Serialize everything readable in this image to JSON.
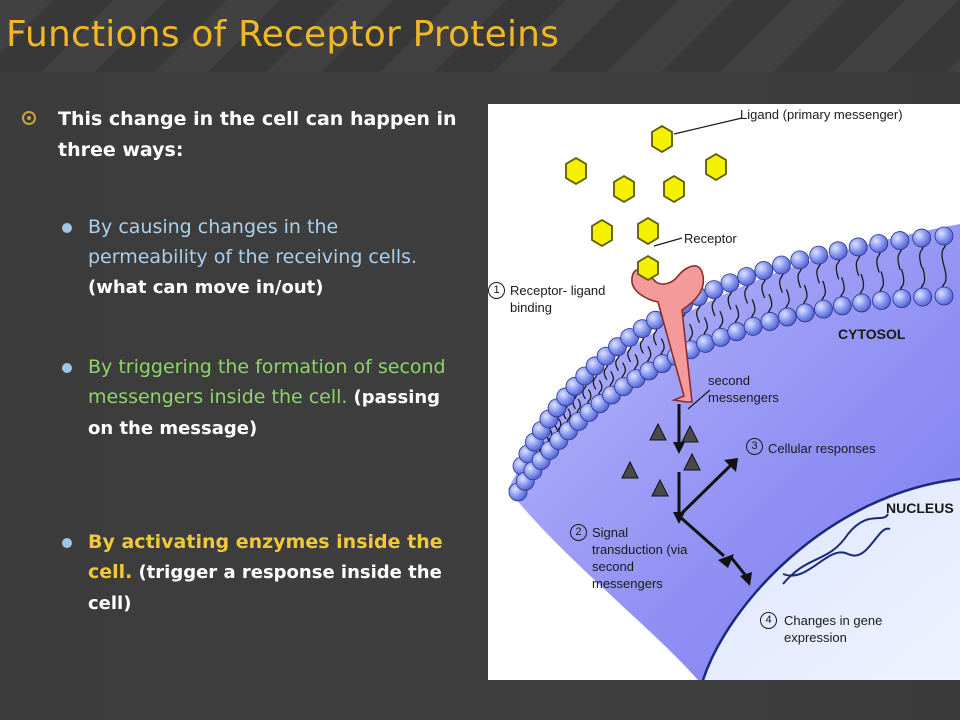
{
  "slide": {
    "title": "Functions of Receptor Proteins",
    "main_bullet": "This change in the cell can happen in three ways:",
    "sub_bullets": [
      {
        "lead": "By causing changes in the permeability of the receiving cells.",
        "note": "(what can move in/out)"
      },
      {
        "lead": "By triggering the formation of second messengers inside the cell.",
        "note": "(passing on the message)"
      },
      {
        "lead": "By activating enzymes inside the cell.",
        "note": "(trigger a response inside the cell)"
      }
    ]
  },
  "figure": {
    "ligand_label": "Ligand (primary messenger)",
    "receptor_label": "Receptor",
    "cytosol_label": "CYTOSOL",
    "nucleus_label": "NUCLEUS",
    "second_messengers_label": "second messengers",
    "steps": [
      {
        "num": "1",
        "label": "Receptor- ligand binding"
      },
      {
        "num": "2",
        "label": "Signal transduction (via second messengers"
      },
      {
        "num": "3",
        "label": "Cellular responses"
      },
      {
        "num": "4",
        "label": "Changes in gene expression"
      }
    ]
  },
  "colors": {
    "title": "#f0b828",
    "ligand": "#f4f000",
    "receptor": "#f08080",
    "membrane_head": "#7a8cf0",
    "cytosol": "#8c8cf5"
  }
}
